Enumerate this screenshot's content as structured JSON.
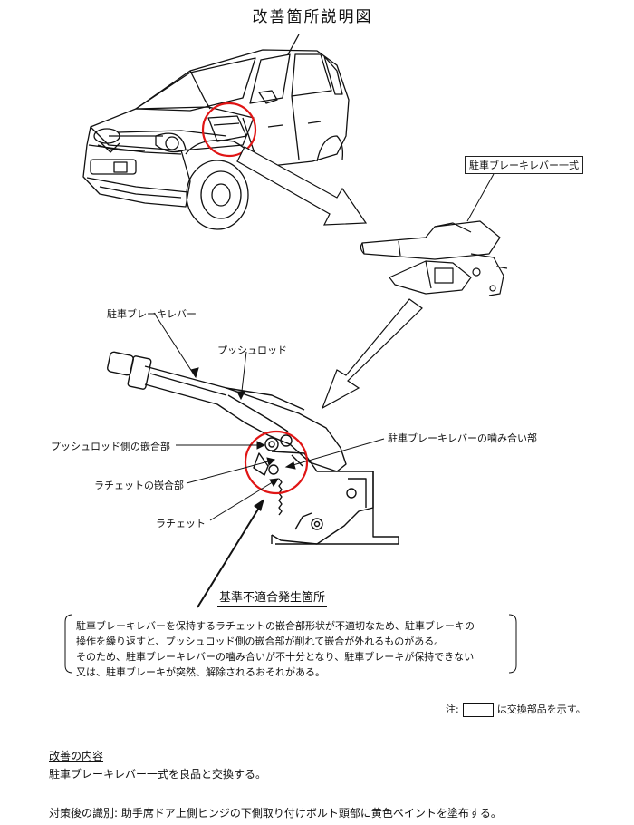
{
  "title": "改善箇所説明図",
  "labels": {
    "assembly": "駐車ブレーキレバー一式",
    "lever": "駐車ブレーキレバー",
    "push_rod": "プッシュロッド",
    "push_rod_joint": "プッシュロッド側の嵌合部",
    "ratchet_joint": "ラチェットの嵌合部",
    "ratchet": "ラチェット",
    "mesh": "駐車ブレーキレバーの噛み合い部",
    "fault_location": "基準不適合発生箇所"
  },
  "description": {
    "line1": "駐車ブレーキレバーを保持するラチェットの嵌合部形状が不適切なため、駐車ブレーキの",
    "line2": "操作を繰り返すと、プッシュロッド側の嵌合部が削れて嵌合が外れるものがある。",
    "line3": "そのため、駐車ブレーキレバーの噛み合いが不十分となり、駐車ブレーキが保持できない",
    "line4": "又は、駐車ブレーキが突然、解除されるおそれがある。"
  },
  "note": {
    "prefix": "注:",
    "suffix": "は交換部品を示す。"
  },
  "improvement": {
    "heading": "改善の内容",
    "body": "駐車ブレーキレバー一式を良品と交換する。"
  },
  "identification": "対策後の識別: 助手席ドア上側ヒンジの下側取り付けボルト頭部に黄色ペイントを塗布する。",
  "colors": {
    "highlight_circle": "#e01515",
    "line": "#111111"
  }
}
